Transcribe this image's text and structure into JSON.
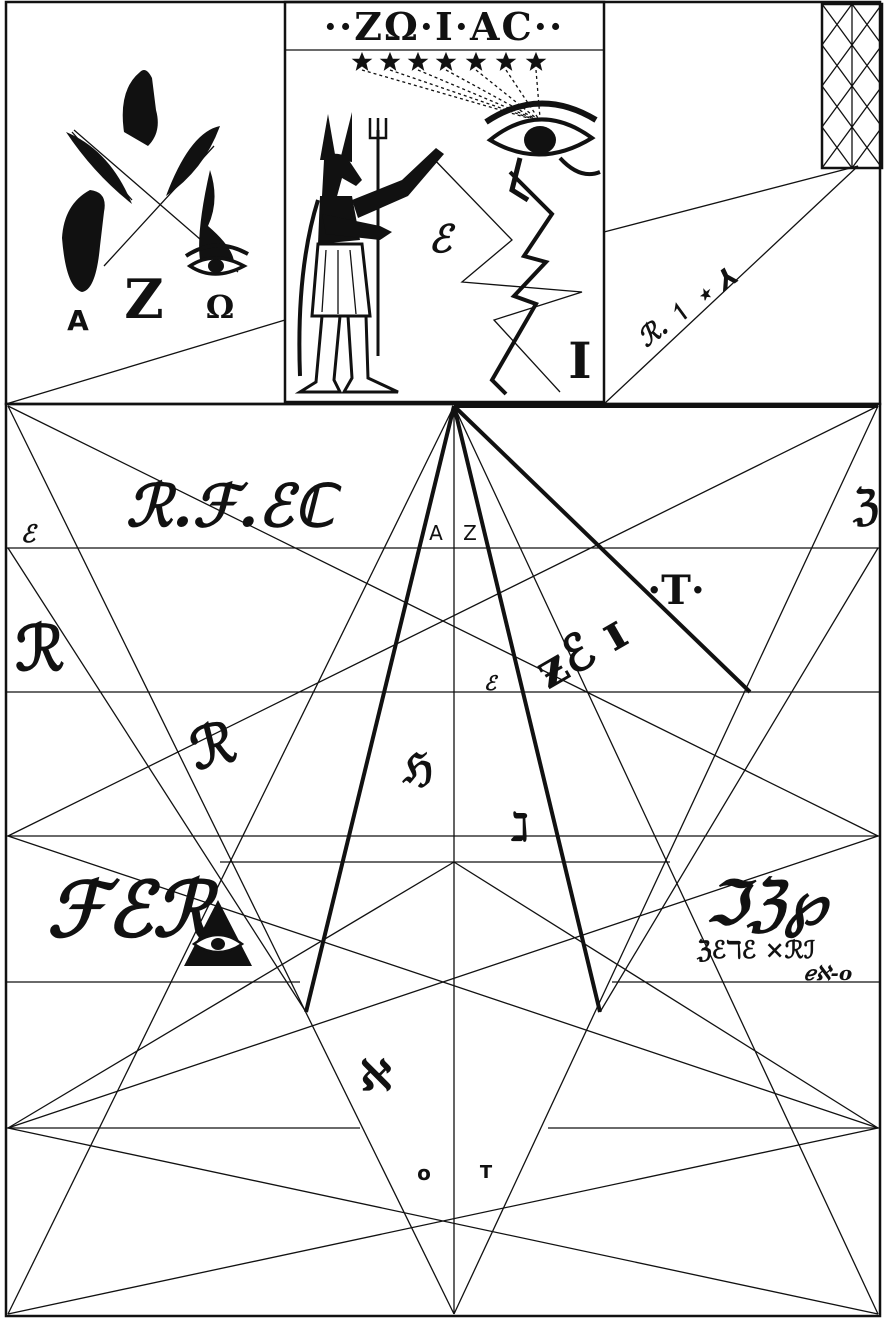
{
  "banner": {
    "text": "··ZΩ·I·AC··"
  },
  "left_panel": {
    "letter_a": "A",
    "letter_zeta": "Z",
    "letter_omega": "Ω"
  },
  "center_panel": {
    "letter_i": "I"
  },
  "right_panel": {
    "script": "ℛ. ↿ ⋆ ⅄"
  },
  "floor_labels": {
    "apex_a": "A",
    "apex_z": "Z",
    "t_sigil": "·T·",
    "lower_o": "o",
    "lower_t": "T"
  },
  "sigils": {
    "top_left": "ℛ.ℱ.ℰℂ",
    "left_edge": "ℰ",
    "right_edge": "ℨ",
    "left_mid": "ℛ",
    "diagonal": "ƶℰ ɪ",
    "small_mark": "ℰ",
    "center": "ℌ",
    "star_mark": "ℷ",
    "bottom_center": "ℵ",
    "left_big": "ℱℰℛ",
    "right_big": "ℑℨ℘",
    "right_small": "ℨℰℸℰ ×ℛℐ",
    "right_tiny": "ℯℵ-o"
  }
}
